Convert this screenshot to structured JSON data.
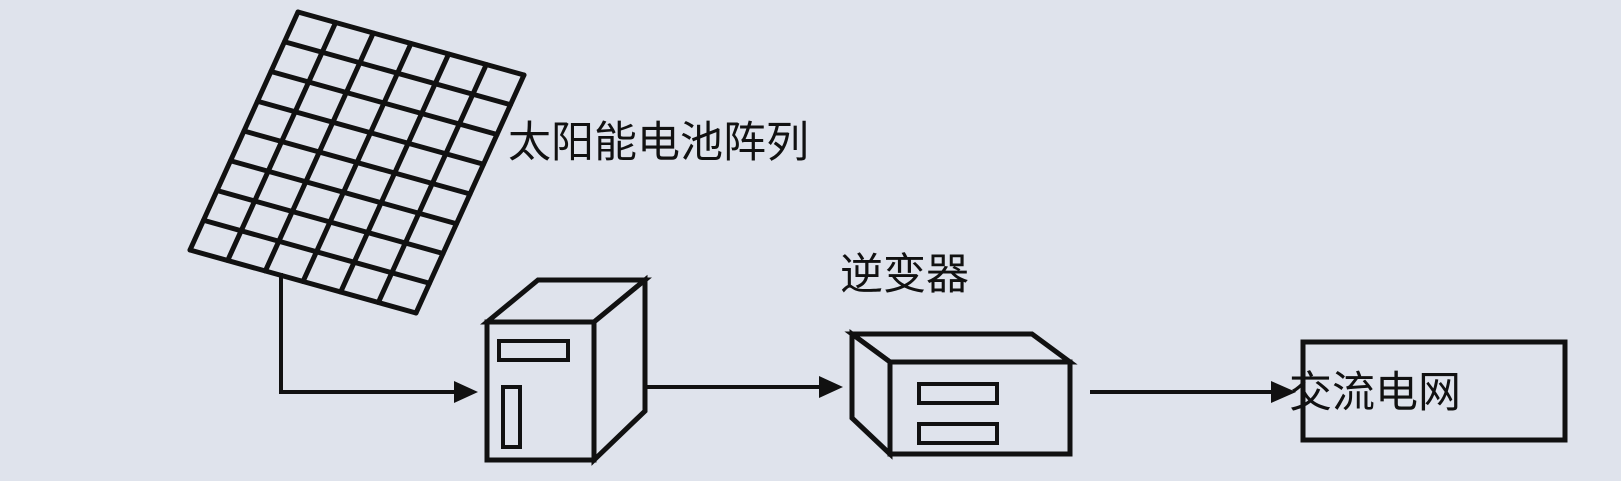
{
  "labels": {
    "solar_array": "太阳能电池阵列",
    "inverter": "逆变器",
    "ac_grid": "交流电网"
  },
  "colors": {
    "background": "#dfe3ec",
    "stroke": "#111111",
    "box_fill": "#dfe3ec"
  }
}
